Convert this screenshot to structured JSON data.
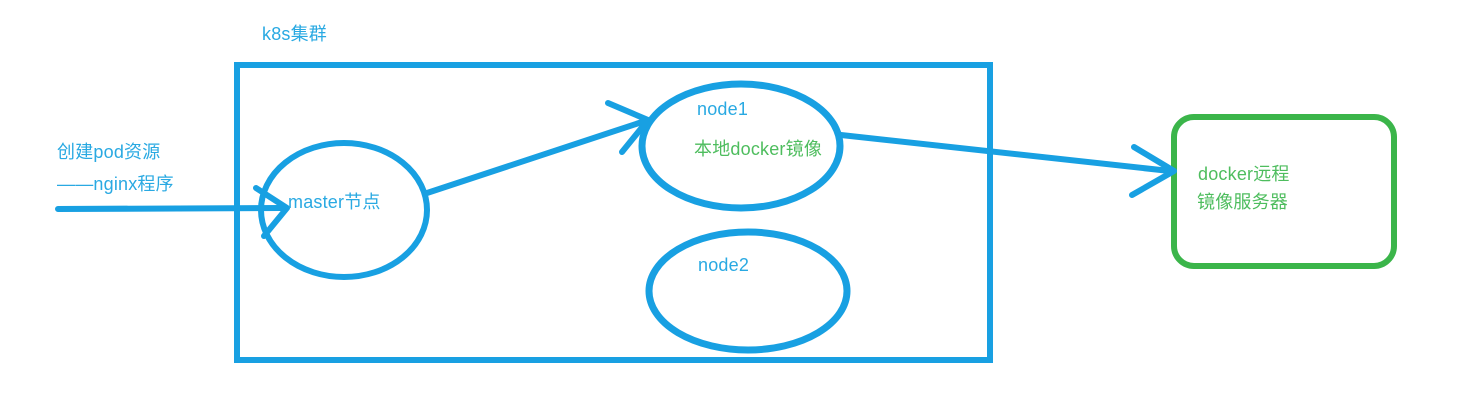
{
  "colors": {
    "blue": "#18a0e2",
    "blue_text": "#29a9e2",
    "green": "#3bb54a",
    "green_text": "#4ebd5e",
    "background": "#ffffff"
  },
  "diagram": {
    "cluster": {
      "title": "k8s集群",
      "nodes": {
        "master": {
          "label": "master节点"
        },
        "node1": {
          "label": "node1",
          "sublabel": "本地docker镜像"
        },
        "node2": {
          "label": "node2"
        }
      }
    },
    "input_annotation": {
      "line1": "创建pod资源",
      "line2": "——nginx程序"
    },
    "registry": {
      "line1": "docker远程",
      "line2": "镜像服务器"
    },
    "arrows": [
      {
        "name": "create-pod-request",
        "from": "外部请求",
        "to": "master节点"
      },
      {
        "name": "schedule-to-node1",
        "from": "master节点",
        "to": "node1"
      },
      {
        "name": "pull-image",
        "from": "node1",
        "to": "docker远程镜像服务器"
      }
    ]
  }
}
